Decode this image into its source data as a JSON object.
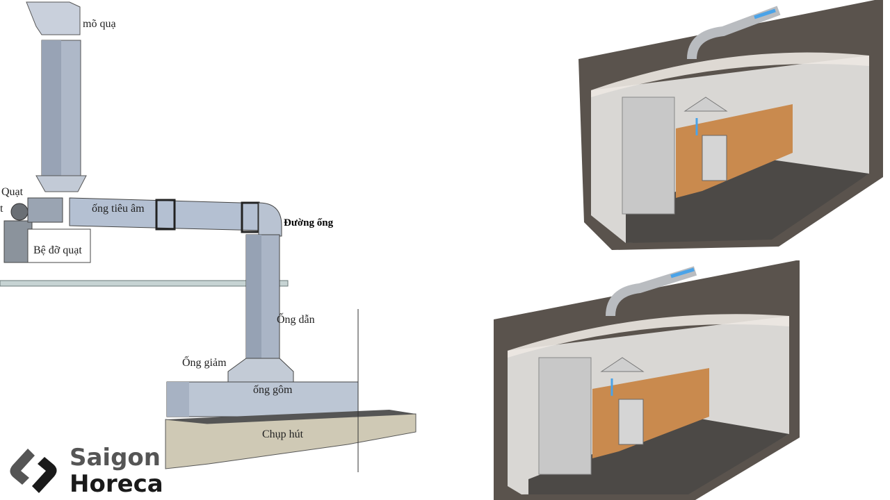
{
  "diagram": {
    "labels": {
      "chimney_cap": "mõ quạ",
      "fan": "Quạt",
      "fan_cut": "t",
      "silencer_duct": "ống tiêu âm",
      "duct_line": "Đường ống",
      "fan_base": "Bệ đỡ quạt",
      "guide_duct": "Ống dẫn",
      "reducer": "Ống giảm",
      "collector_duct": "ống gôm",
      "hood": "Chụp hút"
    },
    "colors": {
      "duct": "#b9c3d2",
      "duct_dark": "#8f9bae",
      "hood": "#cfc9b5",
      "wall": "#5a534d",
      "cabinet": "#c98a4e",
      "airflow": "#4aa3e8"
    }
  },
  "logo": {
    "line1": "Saigon",
    "line2": "Horeca"
  }
}
